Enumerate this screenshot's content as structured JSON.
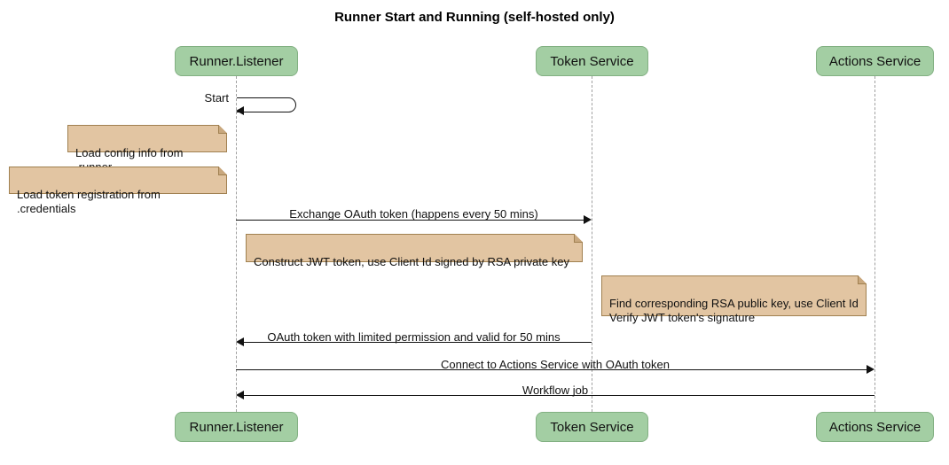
{
  "title": "Runner Start and Running (self-hosted only)",
  "actors": [
    {
      "label": "Runner.Listener"
    },
    {
      "label": "Token Service"
    },
    {
      "label": "Actions Service"
    }
  ],
  "messages": {
    "start": {
      "label": "Start"
    },
    "exchange": {
      "label": "Exchange OAuth token (happens every 50 mins)"
    },
    "oauth_return": {
      "label": "OAuth token with limited permission and valid for 50 mins"
    },
    "connect": {
      "label": "Connect to Actions Service with OAuth token"
    },
    "workflow": {
      "label": "Workflow job"
    }
  },
  "notes": {
    "load_config": {
      "text": "Load config info from .runner"
    },
    "load_credentials": {
      "text": "Load token registration from .credentials"
    },
    "construct_jwt": {
      "text": "Construct JWT token, use Client Id signed by RSA private key"
    },
    "verify_jwt": {
      "text": "Find corresponding RSA public key, use Client Id\nVerify JWT token's signature"
    }
  },
  "colors": {
    "actor_fill": "#a3cea3",
    "actor_border": "#82b082",
    "note_fill": "#e2c5a2",
    "note_border": "#a08050",
    "note_fold": "#c9a87e",
    "lifeline": "#a0a0a0",
    "arrow": "#111111"
  }
}
